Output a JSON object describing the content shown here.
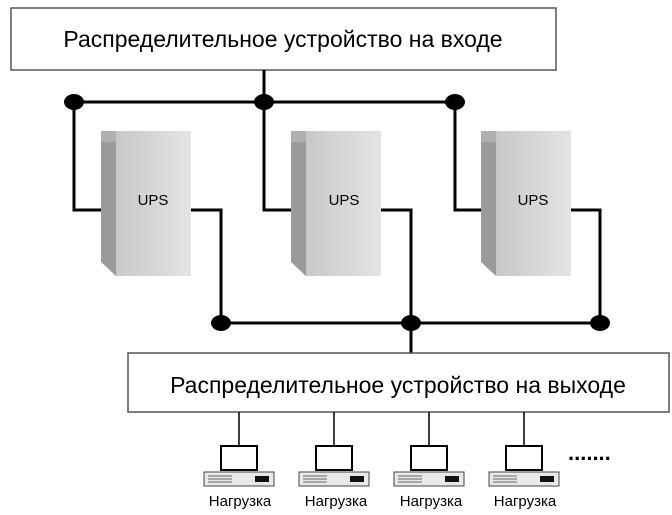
{
  "input_board": {
    "label": "Распределительное устройство на входе"
  },
  "output_board": {
    "label": "Распределительное устройство на выходе"
  },
  "ups_units": [
    {
      "label": "UPS"
    },
    {
      "label": "UPS"
    },
    {
      "label": "UPS"
    }
  ],
  "loads": [
    {
      "label": "Нагрузка"
    },
    {
      "label": "Нагрузка"
    },
    {
      "label": "Нагрузка"
    },
    {
      "label": "Нагрузка"
    }
  ],
  "continuation": {
    "label": "......."
  }
}
